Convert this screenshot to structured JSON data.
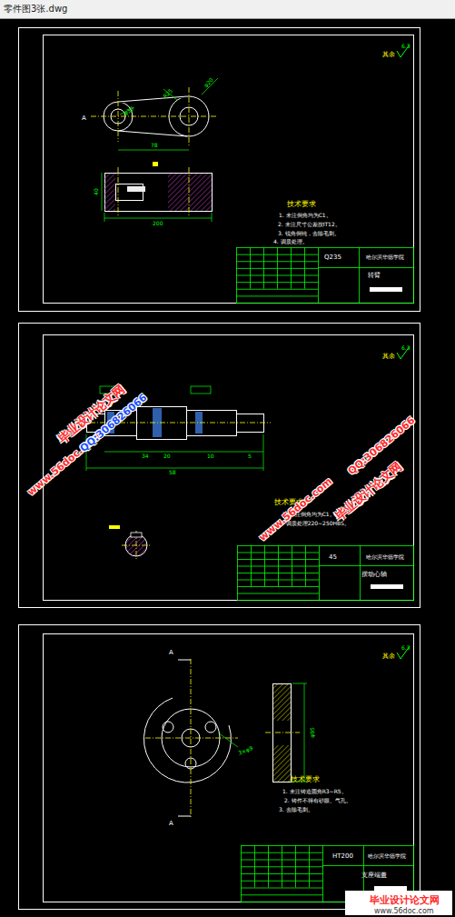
{
  "diagram": {
    "title": "零件图3张.dwg",
    "labels": [
      "其余",
      "6.3",
      "A",
      "φ30",
      "R25",
      "φ20",
      "78",
      "200",
      "40",
      "技术要求",
      "1. 未注倒角均为C1。",
      "2. 未注尺寸公差按IT12。",
      "3. 锐角倒钝，去除毛刺。",
      "4. 调质处理。",
      "Q235",
      "哈尔滨华德学院",
      "转臂",
      "其余",
      "6.3",
      "58",
      "34",
      "20",
      "10",
      "5",
      "技术要求",
      "1. 未注倒角均为C1。",
      "2. 调质处理220~250HBS。",
      "45",
      "哈尔滨华德学院",
      "摆动心轴",
      "其余",
      "6.3",
      "A",
      "A",
      "3×φ9",
      "φ95",
      "技术要求",
      "1. 未注铸造圆角R3~R5。",
      "2. 铸件不得有砂眼、气孔。",
      "3. 去除毛刺。",
      "HT200",
      "哈尔滨华德学院",
      "支座端盖",
      "毕业设计论文网",
      "www.56doc.com",
      "QQ:306826066",
      "QQ:306826066",
      "毕业设计论文网",
      "www.56doc.com",
      "毕业设计论文网",
      "www.56doc.com"
    ]
  }
}
